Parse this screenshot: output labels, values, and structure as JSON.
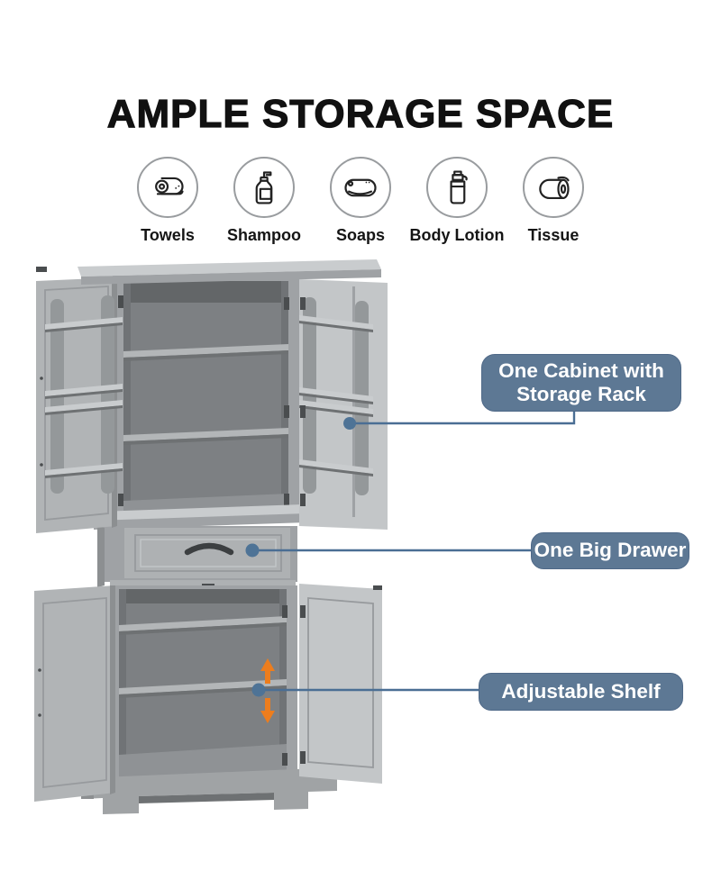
{
  "title": "AMPLE STORAGE SPACE",
  "features": [
    {
      "label": "Towels",
      "icon": "towel-roll-icon"
    },
    {
      "label": "Shampoo",
      "icon": "shampoo-pump-bottle-icon"
    },
    {
      "label": "Soaps",
      "icon": "soap-bar-icon"
    },
    {
      "label": "Body Lotion",
      "icon": "lotion-pump-bottle-icon"
    },
    {
      "label": "Tissue",
      "icon": "tissue-roll-icon"
    }
  ],
  "callouts": [
    {
      "label": "One Cabinet with Storage Rack",
      "target": "upper-door-storage-rack"
    },
    {
      "label": "One Big Drawer",
      "target": "middle-drawer"
    },
    {
      "label": "Adjustable Shelf",
      "target": "lower-adjustable-shelf"
    }
  ],
  "illustration": {
    "description": "Gray freestanding storage cabinet with both pairs of doors open, storage racks mounted on the upper doors, two interior shelves above, one wide drawer with a dark metal handle in the middle, and adjustable shelves in the lower compartment marked with up and down arrows"
  },
  "colors": {
    "background": "#ffffff",
    "title_text": "#111111",
    "label_text": "#151515",
    "icon_stroke": "#222222",
    "circle_border": "#999c9f",
    "callout_bg": "#5d7894",
    "callout_border": "#4f6988",
    "callout_text": "#ffffff",
    "connector": "#4a6e94",
    "dot_fill": "#4e7396",
    "arrow": "#ed7d1d",
    "cab_top": "#c9ccce",
    "cab_face": "#b1b4b6",
    "cab_face_light": "#c3c6c8",
    "cab_face_dark": "#9fa2a5",
    "cab_face_mid": "#aeb1b3",
    "cab_edge": "#8c8f91",
    "cab_rail": "#94989a",
    "cab_bar": "#c9ccce",
    "cab_interior": "#7d8083",
    "cab_interior_shadow": "#636668",
    "cab_interior_side": "#707376",
    "shelf_top": "#b3b6b8",
    "shelf_shadow": "#6e7173",
    "cab_floor": "#8f9295",
    "cab_recess": "#979a9d",
    "handle": "#3c3f41",
    "hinge": "#4a4d4f",
    "base": "#a0a3a5"
  }
}
